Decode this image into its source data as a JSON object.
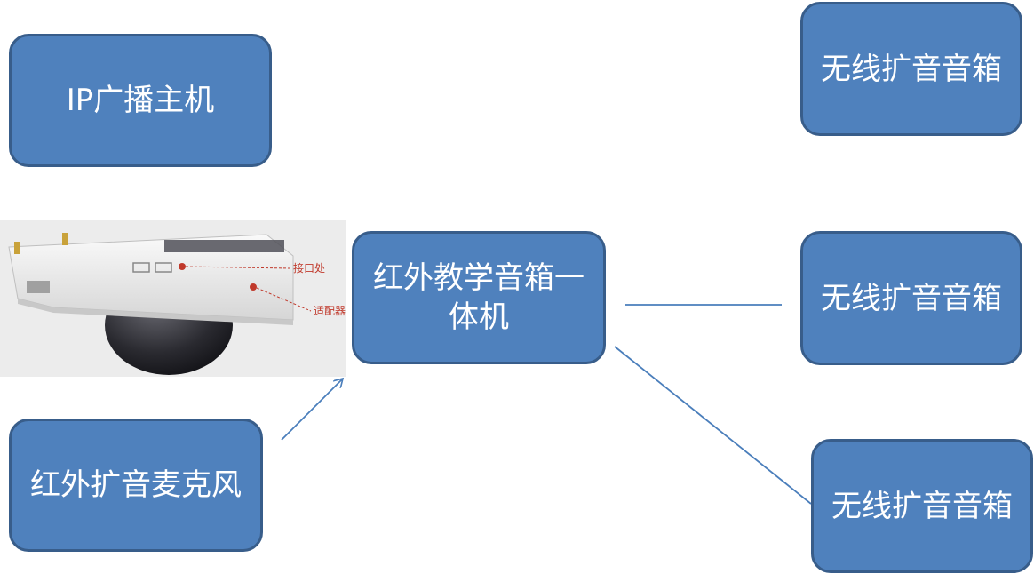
{
  "nodes": {
    "ip_host": "IP广播主机",
    "speaker_top": "无线扩音音箱",
    "main_unit": "红外教学音箱一体机",
    "speaker_middle": "无线扩音音箱",
    "mic": "红外扩音麦克风",
    "speaker_bottom": "无线扩音音箱"
  },
  "photo": {
    "annotation_port": "接口处",
    "annotation_adapter": "适配器"
  },
  "colors": {
    "node_fill": "#4f81bd",
    "node_border": "#385d8a",
    "edge": "#4a7ebb"
  }
}
